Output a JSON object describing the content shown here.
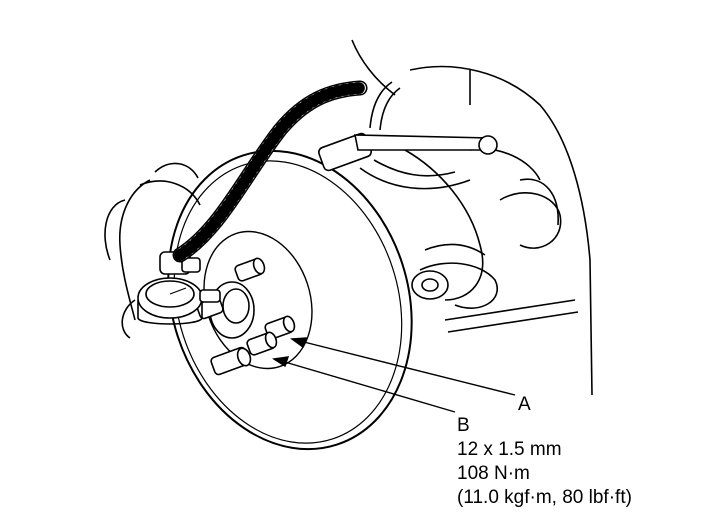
{
  "callouts": {
    "a": {
      "label": "A"
    },
    "b": {
      "label": "B",
      "size": "12 x 1.5 mm",
      "torque_nm": "108 N·m",
      "torque_alt": "(11.0 kgf·m, 80 lbf·ft)"
    }
  },
  "colors": {
    "line": "#000000",
    "background": "#ffffff"
  }
}
